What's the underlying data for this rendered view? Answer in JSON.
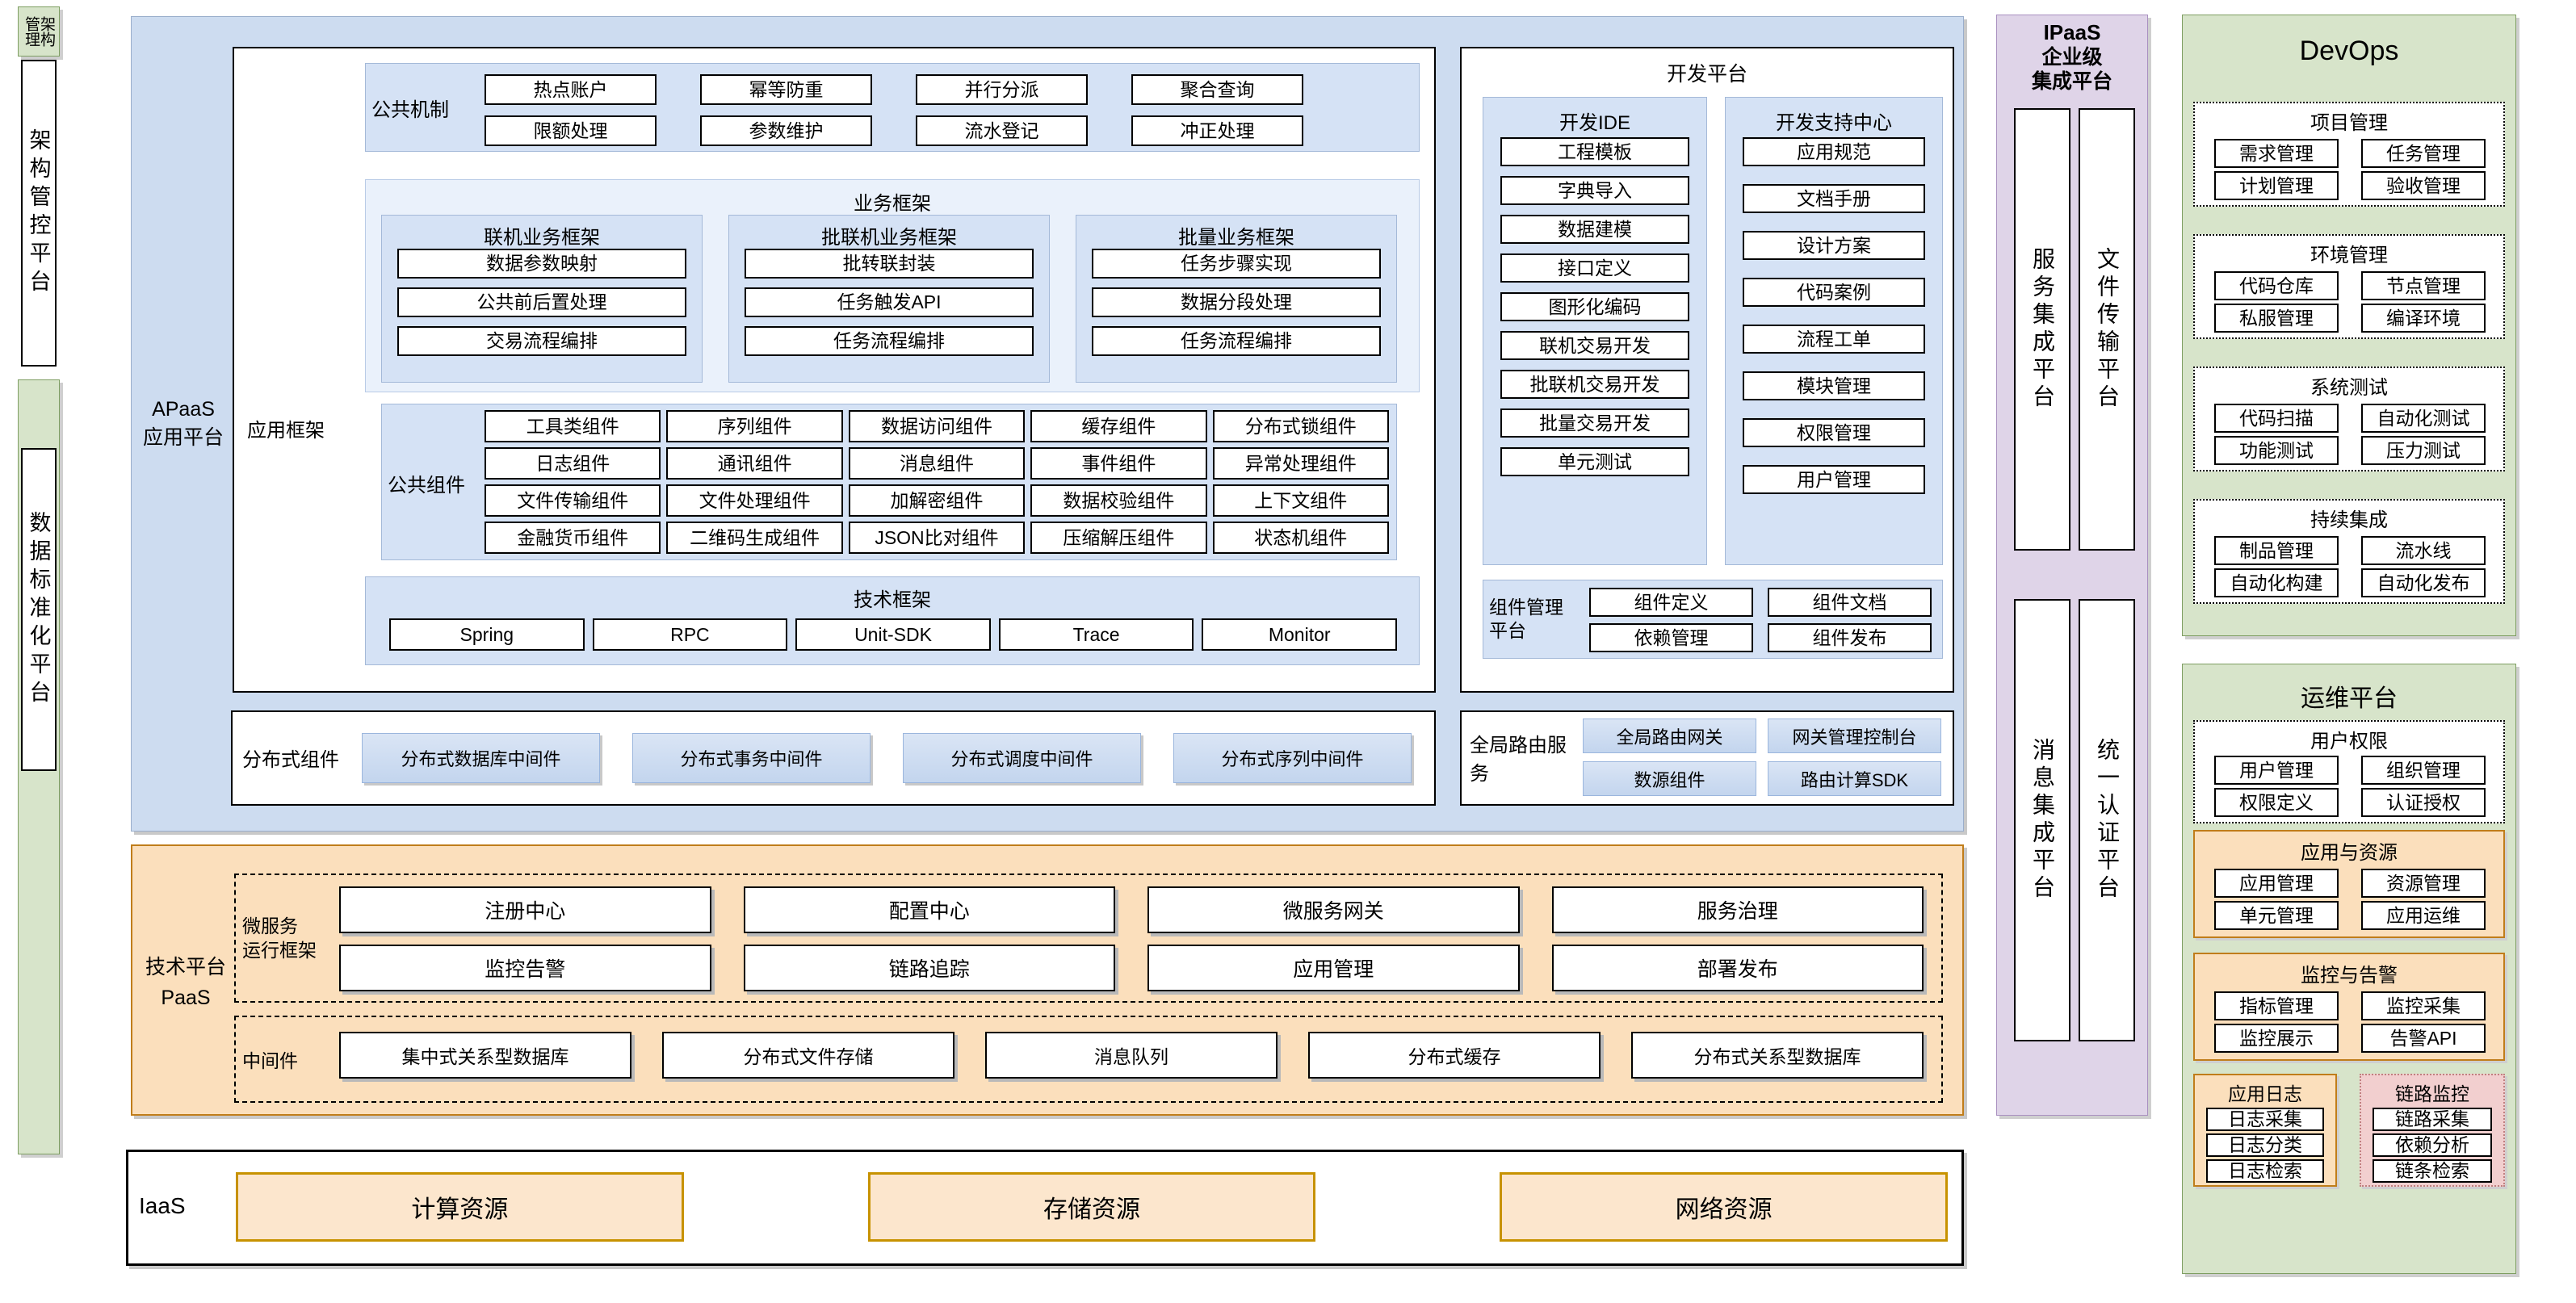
{
  "left_rail": {
    "top_label": "架构管理",
    "main_label": "架构管控平台",
    "bottom_label": "数据标准化平台"
  },
  "apaas": {
    "label": "APaaS\n应用平台",
    "label_line1": "APaaS",
    "label_line2": "应用平台",
    "app_framework_label": "应用框架",
    "common_mechanism": {
      "title": "公共机制",
      "row1": [
        "热点账户",
        "幂等防重",
        "并行分派",
        "聚合查询"
      ],
      "row2": [
        "限额处理",
        "参数维护",
        "流水登记",
        "冲正处理"
      ]
    },
    "business_framework": {
      "title": "业务框架",
      "groups": [
        {
          "title": "联机业务框架",
          "items": [
            "数据参数映射",
            "公共前后置处理",
            "交易流程编排"
          ]
        },
        {
          "title": "批联机业务框架",
          "items": [
            "批转联封装",
            "任务触发API",
            "任务流程编排"
          ]
        },
        {
          "title": "批量业务框架",
          "items": [
            "任务步骤实现",
            "数据分段处理",
            "任务流程编排"
          ]
        }
      ]
    },
    "common_components": {
      "title": "公共组件",
      "rows": [
        [
          "工具类组件",
          "序列组件",
          "数据访问组件",
          "缓存组件",
          "分布式锁组件"
        ],
        [
          "日志组件",
          "通讯组件",
          "消息组件",
          "事件组件",
          "异常处理组件"
        ],
        [
          "文件传输组件",
          "文件处理组件",
          "加解密组件",
          "数据校验组件",
          "上下文组件"
        ],
        [
          "金融货币组件",
          "二维码生成组件",
          "JSON比对组件",
          "压缩解压组件",
          "状态机组件"
        ]
      ]
    },
    "tech_framework": {
      "title": "技术框架",
      "items": [
        "Spring",
        "RPC",
        "Unit-SDK",
        "Trace",
        "Monitor"
      ]
    },
    "distributed_components": {
      "title": "分布式组件",
      "items": [
        "分布式数据库中间件",
        "分布式事务中间件",
        "分布式调度中间件",
        "分布式序列中间件"
      ]
    }
  },
  "dev_platform": {
    "title": "开发平台",
    "ide": {
      "title": "开发IDE",
      "items": [
        "工程模板",
        "字典导入",
        "数据建模",
        "接口定义",
        "图形化编码",
        "联机交易开发",
        "批联机交易开发",
        "批量交易开发",
        "单元测试"
      ]
    },
    "support_center": {
      "title": "开发支持中心",
      "items": [
        "应用规范",
        "文档手册",
        "设计方案",
        "代码案例",
        "流程工单",
        "模块管理",
        "权限管理",
        "用户管理"
      ]
    },
    "component_platform": {
      "title": "组件管理平台",
      "title_line1": "组件管理",
      "title_line2": "平台",
      "items": [
        "组件定义",
        "组件文档",
        "依赖管理",
        "组件发布"
      ]
    }
  },
  "global_routing": {
    "title": "全局路由服务",
    "items": [
      "全局路由网关",
      "网关管理控制台",
      "数源组件",
      "路由计算SDK"
    ]
  },
  "paas": {
    "label_line1": "技术平台",
    "label_line2": "PaaS",
    "micro_runtime": {
      "title": "微服务运行框架",
      "title_line1": "微服务",
      "title_line2": "运行框架",
      "row1": [
        "注册中心",
        "配置中心",
        "微服务网关",
        "服务治理"
      ],
      "row2": [
        "监控告警",
        "链路追踪",
        "应用管理",
        "部署发布"
      ]
    },
    "middleware": {
      "title": "中间件",
      "items": [
        "集中式关系型数据库",
        "分布式文件存储",
        "消息队列",
        "分布式缓存",
        "分布式关系型数据库"
      ]
    }
  },
  "iaas": {
    "label": "IaaS",
    "items": [
      "计算资源",
      "存储资源",
      "网络资源"
    ]
  },
  "ipaas": {
    "title_line1": "IPaaS",
    "title_line2": "企业级",
    "title_line3": "集成平台",
    "items": [
      "服务集成平台",
      "文件传输平台",
      "消息集成平台",
      "统一认证平台"
    ]
  },
  "devops": {
    "title": "DevOps",
    "groups": [
      {
        "title": "项目管理",
        "items": [
          "需求管理",
          "任务管理",
          "计划管理",
          "验收管理"
        ]
      },
      {
        "title": "环境管理",
        "items": [
          "代码仓库",
          "节点管理",
          "私服管理",
          "编译环境"
        ]
      },
      {
        "title": "系统测试",
        "items": [
          "代码扫描",
          "自动化测试",
          "功能测试",
          "压力测试"
        ]
      },
      {
        "title": "持续集成",
        "items": [
          "制品管理",
          "流水线",
          "自动化构建",
          "自动化发布"
        ]
      }
    ]
  },
  "ops_platform": {
    "title": "运维平台",
    "user_perm": {
      "title": "用户权限",
      "items": [
        "用户管理",
        "组织管理",
        "权限定义",
        "认证授权"
      ]
    },
    "app_res": {
      "title": "应用与资源",
      "items": [
        "应用管理",
        "资源管理",
        "单元管理",
        "应用运维"
      ]
    },
    "monitor_alert": {
      "title": "监控与告警",
      "items": [
        "指标管理",
        "监控采集",
        "监控展示",
        "告警API"
      ]
    },
    "app_log": {
      "title": "应用日志",
      "items": [
        "日志采集",
        "日志分类",
        "日志检索"
      ]
    },
    "link_monitor": {
      "title": "链路监控",
      "items": [
        "链路采集",
        "依赖分析",
        "链条检索"
      ]
    }
  },
  "colors": {
    "blue_panel": "#cddcf0",
    "orange_panel": "#fbdfbc",
    "green_panel": "#d7e4ca",
    "purple_panel": "#dfd4e8",
    "pink_panel": "#f2cfcf",
    "iaas_box": "#fce6cd",
    "iaas_border": "#c79200"
  }
}
